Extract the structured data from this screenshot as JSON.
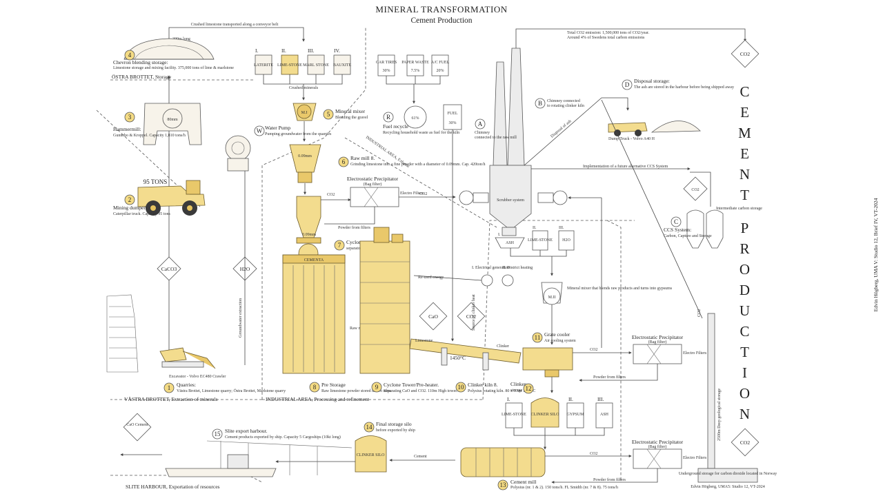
{
  "header": {
    "title": "MINERAL TRANSFORMATION",
    "subtitle": "Cement Production"
  },
  "side_title": [
    "C",
    "E",
    "M",
    "E",
    "N",
    "T",
    "P",
    "R",
    "O",
    "D",
    "U",
    "C",
    "T",
    "I",
    "O",
    "N"
  ],
  "credit": "Edvin Högberg, UMA V: Studio 12, Brief IV, VT-2024",
  "credit_small": "Edvin Högberg, UMA5: Studio 12, VT-2024",
  "areas": {
    "ostra": "ÖSTRA BROTTET, Storage",
    "vastra": "VÄSTRA BROTTET, Extraction of minerals",
    "industrial": "INDUSTRIAL AREA, Processing and refinement",
    "slite": "SLITE HARBOUR, Exportation of resources",
    "industrial_exhaust": "INDUSTRIAL AREA, Exhaust"
  },
  "steps": [
    {
      "num": "1",
      "label": "Quarries:",
      "desc": "Västra Brottet, Limestone quarry; Östra Brottet, Marlstone quarry"
    },
    {
      "num": "2",
      "label": "Mining dumper:",
      "desc": "Caterpillar truck. Capacity 95 tons"
    },
    {
      "num": "3",
      "label": "Hammermill:",
      "desc": "Gunnebo & Kroppel. Capacity 1,810 tons/h"
    },
    {
      "num": "4",
      "label": "Chevron blending storage:",
      "desc": "Limestone storage and mixing facility. 375,000 tons of lime & marlstone"
    },
    {
      "num": "5",
      "label": "Mineral mixer",
      "desc": "Blending the gravel"
    },
    {
      "num": "6",
      "label": "Raw mill 8.",
      "desc": "Grinding limestone into a fine powder with a diameter of 0.09mm. Cap. 420ton/h"
    },
    {
      "num": "7",
      "label": "Cyclone",
      "desc": "separator"
    },
    {
      "num": "8",
      "label": "Pre Storage",
      "desc": "Raw limestone powder stored in two silos"
    },
    {
      "num": "9",
      "label": "Cyclone Tower/Pre-heater.",
      "desc": "Separating CaO and CO2. 110m High tower."
    },
    {
      "num": "10",
      "label": "Clinker kiln 8.",
      "desc": "Polysius rotating kiln. 80 x 5.5m 1450°C"
    },
    {
      "num": "11",
      "label": "Grate cooler",
      "desc": "Air cooling system"
    },
    {
      "num": "12",
      "label": "Clinker",
      "desc": "storage"
    },
    {
      "num": "13",
      "label": "Cement mill",
      "desc": "Polysius (nr. 1 & 2). 150 tons/h. FL Smidth (nr. 7 & 8). 75 tons/h"
    },
    {
      "num": "14",
      "label": "Final storage silo",
      "desc": "before exported by ship"
    },
    {
      "num": "15",
      "label": "Slite export harbour.",
      "desc": "Cement products exported by ship. Capacity 5 Cargoships (10kt long)"
    }
  ],
  "letters": [
    {
      "num": "A",
      "label": "Chimney",
      "desc": "connected to the raw mill"
    },
    {
      "num": "B",
      "label": "Chimney connected",
      "desc": "to rotating clinker kiln"
    },
    {
      "num": "C",
      "label": "CCS System:",
      "desc": "Carbon, Capture and Storage"
    },
    {
      "num": "D",
      "label": "Disposal storage:",
      "desc": "The ash are stored in the harbour before being shipped away"
    },
    {
      "num": "R",
      "label": "Fuel recycle",
      "desc": "Recycling household waste as fuel for the kiln"
    },
    {
      "num": "W",
      "label": "Water Pump",
      "desc": "Pumping groundwater from the quarries"
    }
  ],
  "raw_bins": [
    {
      "num": "I.",
      "name": "LATERITE"
    },
    {
      "num": "II.",
      "name": "LIME-STONE"
    },
    {
      "num": "III.",
      "name": "MARL STONE"
    },
    {
      "num": "IV.",
      "name": "BAUXITE"
    }
  ],
  "fuel_bins": [
    {
      "name": "CAR TIRES",
      "pct": "30%"
    },
    {
      "name": "PAPER WASTE",
      "pct": "7.5%"
    },
    {
      "name": "A/C FUEL",
      "pct": "20%"
    }
  ],
  "fuel_main": {
    "name": "FUEL",
    "pct": "30%"
  },
  "recycle_pct": "61%",
  "ash_bins": [
    {
      "num": "I.",
      "name": "ASH"
    },
    {
      "num": "II.",
      "name": "LIME-STONE"
    },
    {
      "num": "III.",
      "name": "H2O"
    }
  ],
  "cement_bins": [
    {
      "num": "I.",
      "name": "LIME-STONE"
    },
    {
      "num": "",
      "name": "CLINKER SILO"
    },
    {
      "num": "II.",
      "name": "GYPSUM"
    },
    {
      "num": "III.",
      "name": "ASH"
    }
  ],
  "labels": {
    "conveyor": "Crushed limestone transported along a conveyor belt",
    "conveyor_len": "300m long",
    "tons95": "95 TONS",
    "mm80": "80mm",
    "mm009": "0.09mm",
    "mm009b": "0.09mm",
    "crushed_minerals": "Crushed minerals",
    "mixer_code": "M.I",
    "mixer2_code": "M.II",
    "cementa": "CEMENTA",
    "caco3": "CaCO3",
    "h2o": "H2O",
    "cao": "CaO",
    "co2": "CO2",
    "cao_cement": "CaO Cement",
    "excavator": "Excavator - Volvo EC480 Crawler",
    "dumper": "Dump Truck - Volvo A40 H",
    "total_co2": "Total CO2 emission: 1,500,000 tons of CO2/year.",
    "total_co2b": "Around 4% of Swedens total carbon emissions",
    "disposal_ash": "Disposal of ash",
    "ccs_impl": "Implementation of a future alternative CCS System",
    "intermediate": "Intermediate carbon storage",
    "underground": "Underground storage for carbon dioxide located in Norway",
    "co2_pipe": "2500m Deep geological storage",
    "ep1": "Electrostatic Precipitator",
    "ep1b": "(Bag filter)",
    "ep2": "Electrostatic Precipitator",
    "ep2b": "(Bag filter)",
    "ep3": "Electrostatic Precipitator",
    "ep3b": "(Bag filter)",
    "electro_filters": "Electro Filters",
    "powder_filters": "Powder from filters",
    "scrubber": "Scrubber system",
    "reused_energy": "Re-used energy",
    "electrical": "I. Electrical generation",
    "district": "II. District heating",
    "mineral_mixer2": "Mineral mixer that blends raw products and turns into gypsums",
    "groundwater": "Groundwater extraction",
    "raw_meal": "Raw meal storage",
    "limestone": "Limestone",
    "kiln_temp": "1450°C",
    "clinker_label": "Clinker",
    "cement_label": "Cement",
    "heat_clinker": "Source of clinker heat",
    "disposal_ash2": "Disposal of ash"
  }
}
